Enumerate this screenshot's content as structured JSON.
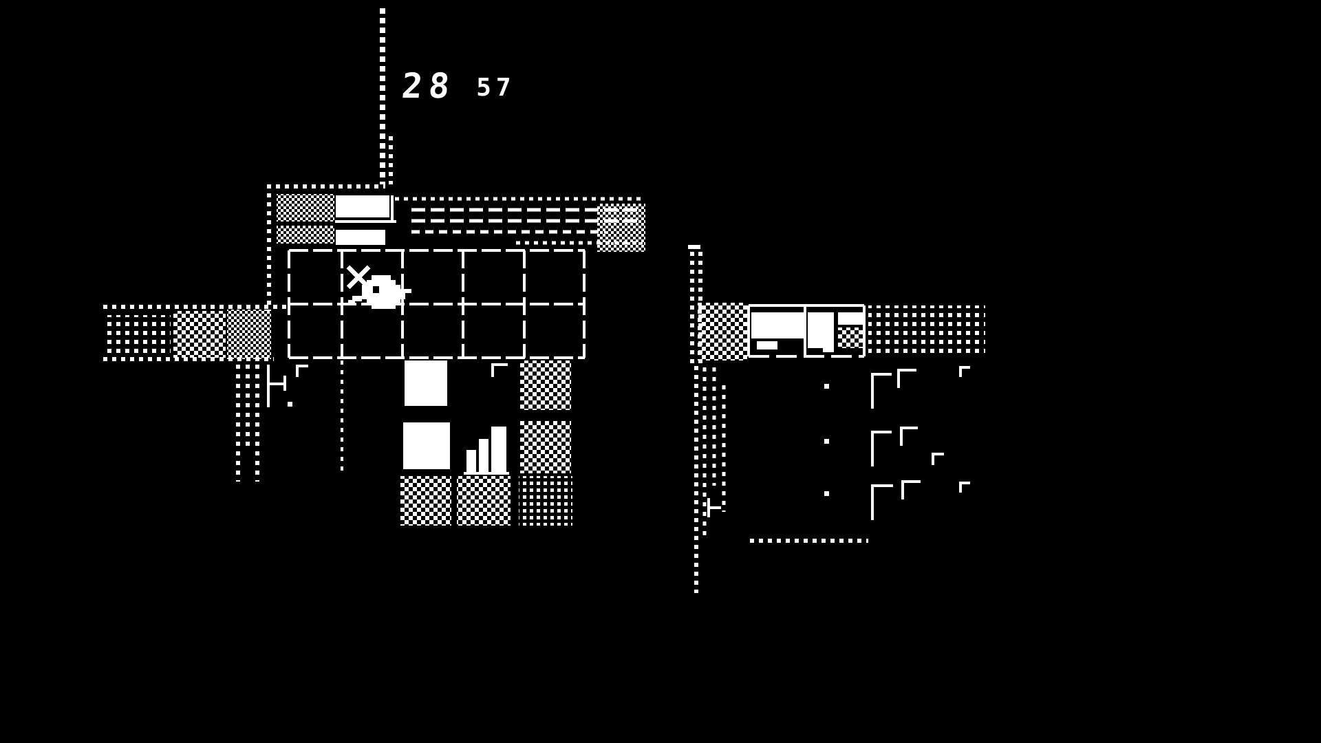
{
  "colors": {
    "background": "#000000",
    "foreground": "#ffffff"
  },
  "hud": {
    "timer_primary": "28",
    "timer_secondary": "57"
  },
  "entities": {
    "player": "duck-with-sword",
    "left_structure": "room-grid-building",
    "right_structure": "corridor-building",
    "textures": [
      "dotted-line",
      "checkerboard-dither",
      "dot-grid-dither"
    ]
  }
}
